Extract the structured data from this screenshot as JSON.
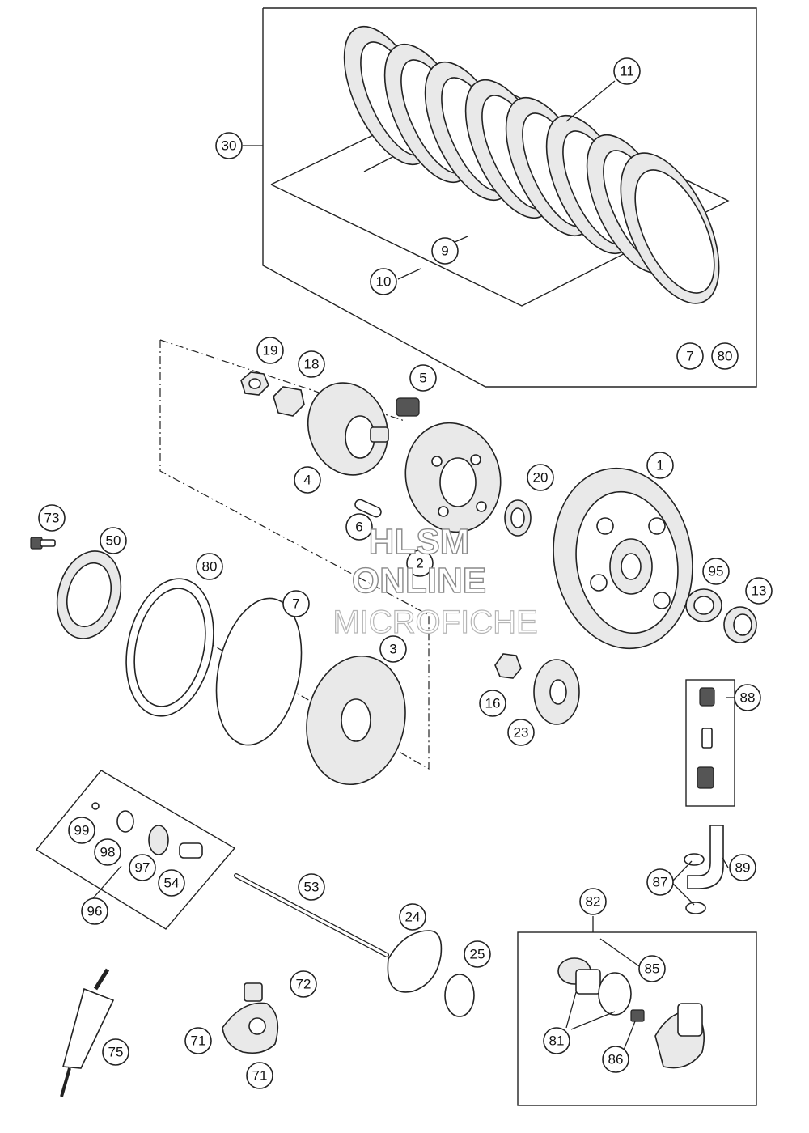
{
  "watermark": {
    "line1": "HLSM",
    "line2": "ONLINE",
    "line3": "MICROFICHE"
  },
  "callouts": [
    "1",
    "2",
    "3",
    "4",
    "5",
    "6",
    "7",
    "9",
    "10",
    "11",
    "13",
    "16",
    "18",
    "19",
    "20",
    "23",
    "24",
    "25",
    "30",
    "50",
    "53",
    "54",
    "71",
    "72",
    "73",
    "75",
    "80",
    "81",
    "82",
    "85",
    "86",
    "87",
    "88",
    "89",
    "95",
    "96",
    "97",
    "98",
    "99"
  ],
  "labels": {
    "c1": "1",
    "c2": "2",
    "c3": "3",
    "c4": "4",
    "c5": "5",
    "c6": "6",
    "c7a": "7",
    "c7b": "7",
    "c9": "9",
    "c10": "10",
    "c11": "11",
    "c13": "13",
    "c16": "16",
    "c18": "18",
    "c19": "19",
    "c20": "20",
    "c23": "23",
    "c24": "24",
    "c25": "25",
    "c30": "30",
    "c50": "50",
    "c53": "53",
    "c54": "54",
    "c71a": "71",
    "c71b": "71",
    "c72": "72",
    "c73": "73",
    "c75": "75",
    "c80a": "80",
    "c80b": "80",
    "c81": "81",
    "c82": "82",
    "c85": "85",
    "c86": "86",
    "c87": "87",
    "c88": "88",
    "c89": "89",
    "c95": "95",
    "c96": "96",
    "c97": "97",
    "c98": "98",
    "c99": "99"
  }
}
